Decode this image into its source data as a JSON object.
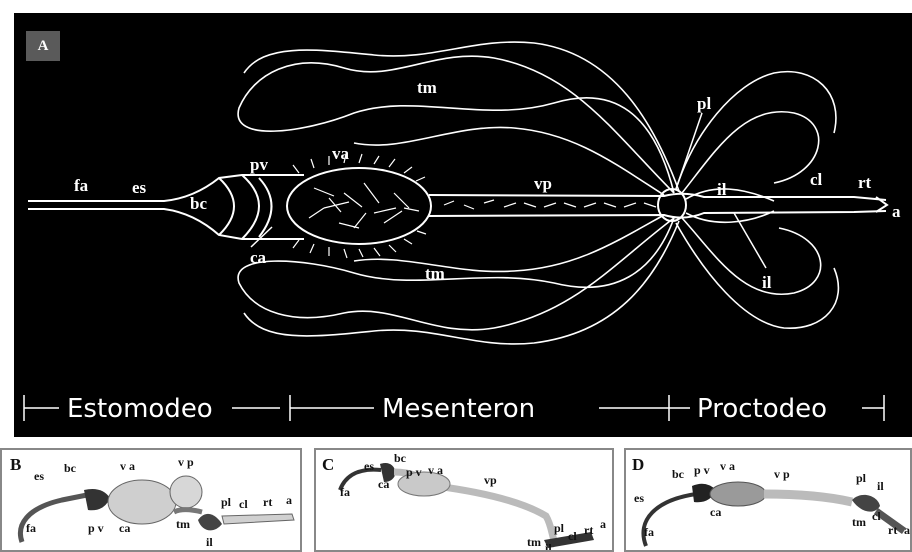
{
  "panel_a": {
    "letter": "A",
    "labels": {
      "fa": "fa",
      "es": "es",
      "bc": "bc",
      "pv": "pv",
      "va": "va",
      "ca": "ca",
      "tm_top": "tm",
      "tm_bottom": "tm",
      "vp": "vp",
      "pl": "pl",
      "il_inner": "il",
      "il": "il",
      "cl": "cl",
      "rt": "rt",
      "a": "a"
    },
    "regions": {
      "estomodeo": "Estomodeo",
      "mesenteron": "Mesenteron",
      "proctodeo": "Proctodeo"
    }
  },
  "panel_b": {
    "letter": "B",
    "labels": {
      "es": "es",
      "bc": "bc",
      "va": "v a",
      "vp": "v p",
      "pl": "pl",
      "cl": "cl",
      "rt": "rt",
      "a": "a",
      "fa": "fa",
      "pv": "p v",
      "ca": "ca",
      "tm": "tm",
      "il": "il"
    }
  },
  "panel_c": {
    "letter": "C",
    "labels": {
      "fa": "fa",
      "es": "es",
      "bc": "bc",
      "pv": "p v",
      "va": "v a",
      "ca": "ca",
      "vp": "vp",
      "pl": "pl",
      "cl": "cl",
      "rt": "rt",
      "a": "a",
      "tm": "tm",
      "il": "il"
    }
  },
  "panel_d": {
    "letter": "D",
    "labels": {
      "bc": "bc",
      "pv": "p v",
      "va": "v a",
      "vp": "v p",
      "es": "es",
      "fa": "fa",
      "ca": "ca",
      "pl": "pl",
      "il": "il",
      "tm": "tm",
      "cl": "cl",
      "rt": "rt",
      "a": "a"
    }
  }
}
